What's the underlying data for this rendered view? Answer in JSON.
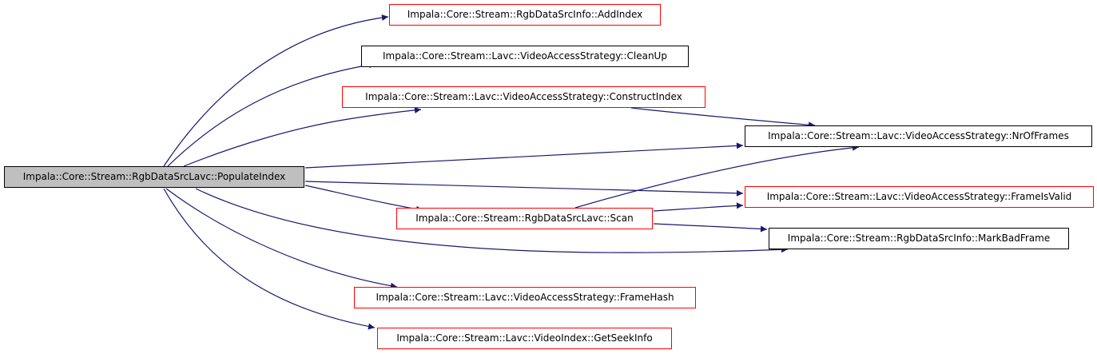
{
  "graph": {
    "nodes": {
      "populate": {
        "label": "Impala::Core::Stream::RgbDataSrcLavc::PopulateIndex",
        "style": "root"
      },
      "addindex": {
        "label": "Impala::Core::Stream::RgbDataSrcInfo::AddIndex",
        "style": "red"
      },
      "cleanup": {
        "label": "Impala::Core::Stream::Lavc::VideoAccessStrategy::CleanUp",
        "style": "black"
      },
      "construct": {
        "label": "Impala::Core::Stream::Lavc::VideoAccessStrategy::ConstructIndex",
        "style": "red"
      },
      "nrofframes": {
        "label": "Impala::Core::Stream::Lavc::VideoAccessStrategy::NrOfFrames",
        "style": "black"
      },
      "framevalid": {
        "label": "Impala::Core::Stream::Lavc::VideoAccessStrategy::FrameIsValid",
        "style": "red"
      },
      "scan": {
        "label": "Impala::Core::Stream::RgbDataSrcLavc::Scan",
        "style": "red"
      },
      "markbad": {
        "label": "Impala::Core::Stream::RgbDataSrcInfo::MarkBadFrame",
        "style": "black"
      },
      "framehash": {
        "label": "Impala::Core::Stream::Lavc::VideoAccessStrategy::FrameHash",
        "style": "red"
      },
      "seekinfo": {
        "label": "Impala::Core::Stream::Lavc::VideoIndex::GetSeekInfo",
        "style": "red"
      }
    },
    "edges": [
      [
        "populate",
        "addindex"
      ],
      [
        "populate",
        "cleanup"
      ],
      [
        "populate",
        "construct"
      ],
      [
        "populate",
        "nrofframes"
      ],
      [
        "populate",
        "framevalid"
      ],
      [
        "populate",
        "scan"
      ],
      [
        "populate",
        "markbad"
      ],
      [
        "populate",
        "framehash"
      ],
      [
        "populate",
        "seekinfo"
      ],
      [
        "construct",
        "nrofframes"
      ],
      [
        "scan",
        "nrofframes"
      ],
      [
        "scan",
        "framevalid"
      ],
      [
        "scan",
        "markbad"
      ]
    ],
    "colors": {
      "edge": "#191970",
      "highlight_border": "#ff0000",
      "normal_border": "#000000",
      "root_fill": "#bfbfbf"
    }
  }
}
